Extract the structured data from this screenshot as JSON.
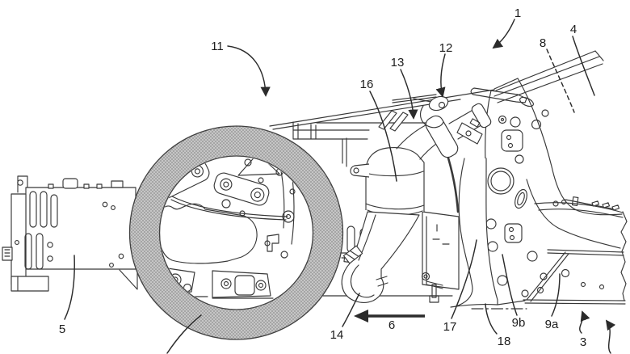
{
  "figure": {
    "kind": "patent-line-drawing",
    "subject": "vehicle front structure side view: wheel, drive unit, engine bay, pillar and sill",
    "background_color": "#ffffff",
    "line_color": "#383838",
    "label_color": "#1c1c1c",
    "tire_pattern": {
      "base": "#c6c6c6",
      "dot": "#8a8a8a"
    },
    "reference_labels": {
      "n1": {
        "text": "1"
      },
      "n3": {
        "text": "3"
      },
      "n4": {
        "text": "4"
      },
      "n5": {
        "text": "5"
      },
      "n6": {
        "text": "6"
      },
      "n8": {
        "text": "8"
      },
      "n9a": {
        "text": "9a"
      },
      "n9b": {
        "text": "9b"
      },
      "n11": {
        "text": "11"
      },
      "n12": {
        "text": "12"
      },
      "n13": {
        "text": "13"
      },
      "n14": {
        "text": "14"
      },
      "n16": {
        "text": "16"
      },
      "n17": {
        "text": "17"
      },
      "n18": {
        "text": "18"
      }
    },
    "direction_arrow": {
      "label": "6",
      "points": "left"
    }
  }
}
